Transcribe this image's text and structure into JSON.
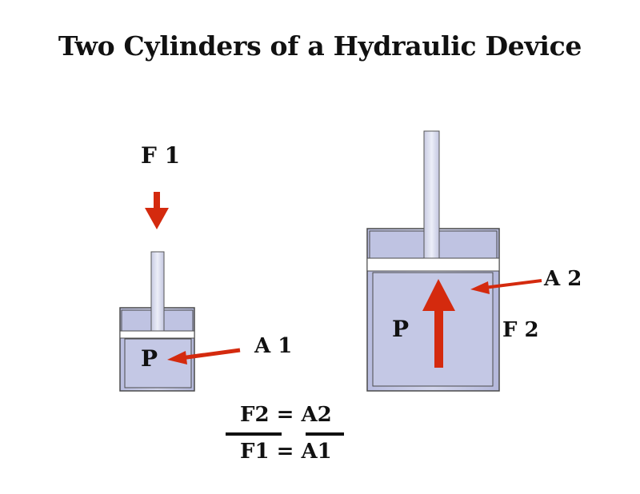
{
  "title": "Two Cylinders of a Hydraulic Device",
  "labels": {
    "f1": "F 1",
    "a1": "A 1",
    "a2": "A 2",
    "f2": "F 2",
    "p_small": "P",
    "p_large": "P"
  },
  "formula": {
    "top": "F2 = A2",
    "bottom": "F1 = A1"
  },
  "colors": {
    "arrow": "#d42a0e",
    "cylinder_fill": "#c9cde6",
    "cylinder_stroke": "#444444",
    "piston_rod": "#dcdff0"
  }
}
